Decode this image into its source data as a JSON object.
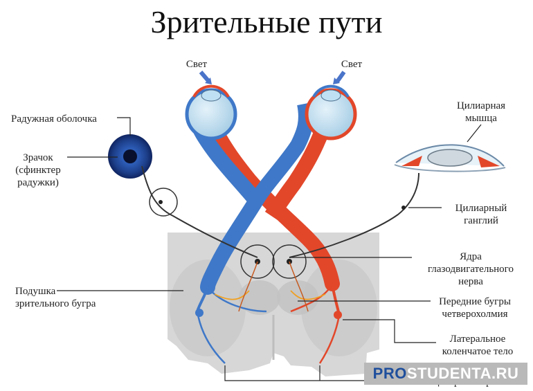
{
  "title": "Зрительные пути",
  "labels": {
    "light_left": "Свет",
    "light_right": "Свет",
    "iris": "Радужная оболочка",
    "pupil_1": "Зрачок",
    "pupil_2": "(сфинктер",
    "pupil_3": "радужки)",
    "ciliary_muscle_1": "Цилиарная",
    "ciliary_muscle_2": "мышца",
    "ciliary_ganglion_1": "Цилиарный",
    "ciliary_ganglion_2": "ганглий",
    "oculomotor_1": "Ядра",
    "oculomotor_2": "глазодвигательного",
    "oculomotor_3": "нерва",
    "pulvinar_1": "Подушка",
    "pulvinar_2": "зрительного бугра",
    "colliculi_1": "Передние бугры",
    "colliculi_2": "четверохолмия",
    "lgn_1": "Латеральное",
    "lgn_2": "коленчатое тело",
    "cortex": "Центры в коре"
  },
  "watermark": {
    "part1": "PRO",
    "part2": "STUDENTA.RU"
  },
  "colors": {
    "left_path": "#3f78c8",
    "right_path": "#e2472a",
    "brain": "#d6d6d6",
    "iris": "#1d3f8a"
  }
}
